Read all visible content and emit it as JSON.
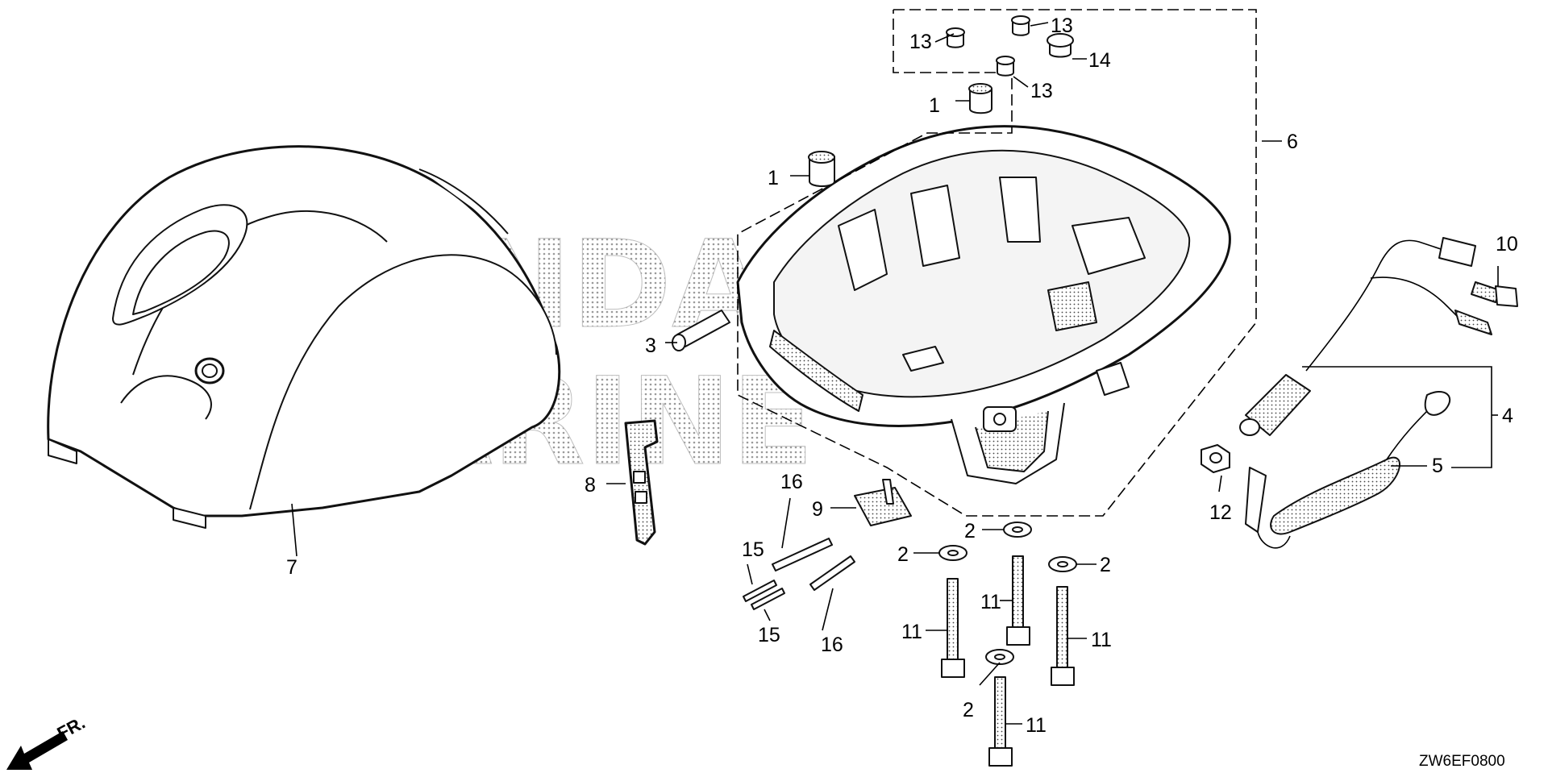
{
  "watermark": {
    "line1": "HONDA",
    "line2": "MARINE"
  },
  "callouts": {
    "c1a": "1",
    "c1b": "1",
    "c2a": "2",
    "c2b": "2",
    "c2c": "2",
    "c2d": "2",
    "c3": "3",
    "c4": "4",
    "c5": "5",
    "c6": "6",
    "c7": "7",
    "c8": "8",
    "c9": "9",
    "c10": "10",
    "c11a": "11",
    "c11b": "11",
    "c11c": "11",
    "c11d": "11",
    "c12": "12",
    "c13a": "13",
    "c13b": "13",
    "c13c": "13",
    "c14": "14",
    "c15a": "15",
    "c15b": "15",
    "c16a": "16",
    "c16b": "16"
  },
  "front_indicator": "FR.",
  "diagram_code": "ZW6EF0800"
}
